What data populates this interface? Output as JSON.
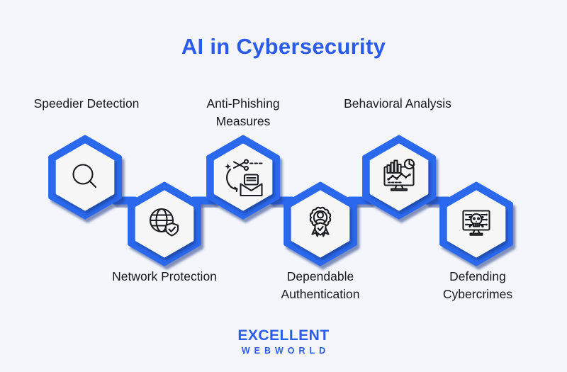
{
  "title": "AI in Cybersecurity",
  "items": [
    {
      "label": "Speedier Detection",
      "icon": "search-icon",
      "label_position": "above"
    },
    {
      "label": "Network Protection",
      "icon": "globe-shield-icon",
      "label_position": "below"
    },
    {
      "label": "Anti-Phishing Measures",
      "icon": "anti-phishing-icon",
      "label_position": "above"
    },
    {
      "label": "Dependable Authentication",
      "icon": "badge-authentication-icon",
      "label_position": "below"
    },
    {
      "label": "Behavioral Analysis",
      "icon": "analytics-monitor-icon",
      "label_position": "above"
    },
    {
      "label": "Defending Cybercrimes",
      "icon": "skull-monitor-icon",
      "label_position": "below"
    }
  ],
  "logo": {
    "name": "EXCELLENT",
    "tagline": "WEBWORLD"
  },
  "colors": {
    "background": "#F4F6FB",
    "title_blue": "#2A5BEB",
    "hexagon_blue": "#2C68EE",
    "hexagon_fill": "#F7F7F8",
    "icon_stroke": "#1B1C1F",
    "label_text": "#17181D"
  }
}
